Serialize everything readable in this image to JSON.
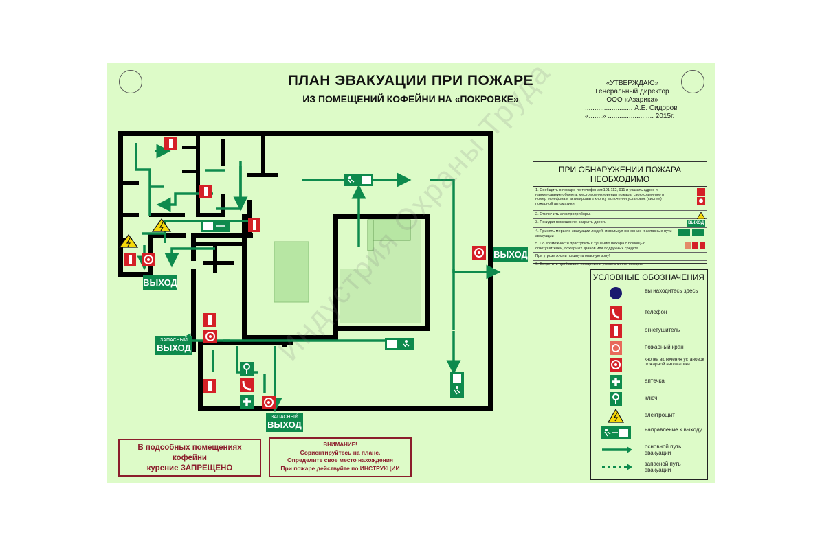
{
  "title": "ПЛАН ЭВАКУАЦИИ ПРИ ПОЖАРЕ",
  "subtitle": "ИЗ ПОМЕЩЕНИЙ КОФЕЙНИ НА «ПОКРОВКЕ»",
  "approval": {
    "line1": "«УТВЕРЖДАЮ»",
    "line2": "Генеральный директор",
    "line3": "ООО «Азарика»",
    "line4": "......................... А.Е. Сидоров",
    "line5": "«.......» ........................ 2015г."
  },
  "exits": {
    "main_label": "ВЫХОД",
    "spare_small": "ЗАПАСНЫЙ",
    "spare_label": "ВЫХОД"
  },
  "instructions": {
    "title": "ПРИ ОБНАРУЖЕНИИ ПОЖАРА НЕОБХОДИМО",
    "items": [
      "1. Сообщить о пожаре по телефонам:101 112, 911 и указать адрес и наименование объекта, место возникновения пожара, свою фамилию и номер телефона и активировать кнопку включения установок (систем) пожарной автоматики.",
      "2. Отключить электроприборы.",
      "3. Покидая помещение, закрыть двери.",
      "4. Принять меры по эвакуации людей, используя основные и запасные пути эвакуации",
      "5. По возможности приступить к тушению пожара с помощью огнетушителей, пожарных кранов или подручных средств.",
      "При угрозе жизни покинуть опасную зону!",
      "6. Встретить прибывших пожарных и указать место пожара."
    ],
    "exit_icon_label": "ВЫХОД"
  },
  "legend": {
    "title": "УСЛОВНЫЕ ОБОЗНАЧЕНИЯ",
    "items": [
      {
        "icon": "you-are-here-icon",
        "label": "вы находитесь здесь"
      },
      {
        "icon": "phone-icon",
        "label": "телефон"
      },
      {
        "icon": "extinguisher-icon",
        "label": "огнетушитель"
      },
      {
        "icon": "fire-hydrant-icon",
        "label": "пожарный кран"
      },
      {
        "icon": "alarm-button-icon",
        "label": "кнопка включения установок пожарной автоматики"
      },
      {
        "icon": "first-aid-icon",
        "label": "аптечка"
      },
      {
        "icon": "key-icon",
        "label": "ключ"
      },
      {
        "icon": "electric-panel-icon",
        "label": "электрощит"
      },
      {
        "icon": "exit-direction-icon",
        "label": "направление к выходу"
      },
      {
        "icon": "main-route-icon",
        "label": "основной путь эвакуации"
      },
      {
        "icon": "spare-route-icon",
        "label": "запасной путь эвакуации"
      }
    ]
  },
  "notices": {
    "smoking": [
      "В подсобных помещениях",
      "кофейни",
      "курение ЗАПРЕЩЕНО"
    ],
    "attention_title": "ВНИМАНИЕ!",
    "attention_lines": [
      "Сориентируйтесь на плане.",
      "Определите свое место нахождения",
      "При пожаре действуйте по ИНСТРУКЦИИ"
    ]
  },
  "watermark": "Индустрия Охраны Труда",
  "colors": {
    "background": "#ddfbc8",
    "route": "#0e8a4d",
    "danger": "#d42027",
    "notice": "#8b1d2c"
  }
}
